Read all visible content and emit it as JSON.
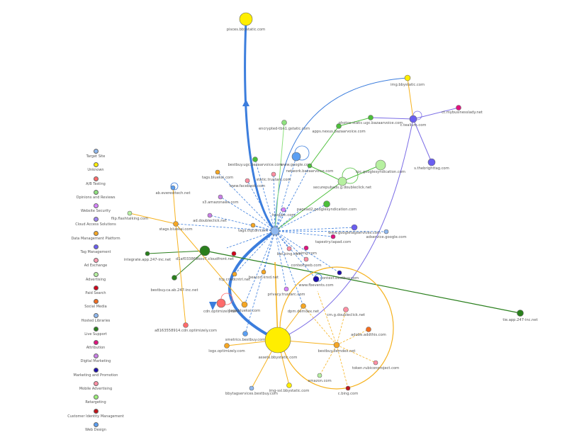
{
  "colors": {
    "blue_main": "#3b7ddd",
    "blue_light": "#8fb8ef",
    "yellow": "#f6b21f",
    "green": "#4cbf3a",
    "purple": "#7c6ee6",
    "dark_green": "#2a7f1d"
  },
  "legend": [
    {
      "label": "Target Site",
      "color": "#8fb8ef"
    },
    {
      "label": "Unknown",
      "color": "#ffee00"
    },
    {
      "label": "A/B Testing",
      "color": "#ff6b6b"
    },
    {
      "label": "Opinions and Reviews",
      "color": "#8ee17e"
    },
    {
      "label": "Website Security",
      "color": "#d783ff"
    },
    {
      "label": "Cloud Access Solutions",
      "color": "#9e84f3"
    },
    {
      "label": "Data Management Platform",
      "color": "#f5a623"
    },
    {
      "label": "Tag Management",
      "color": "#6a5ef0"
    },
    {
      "label": "Ad Exchange",
      "color": "#ff9ab0"
    },
    {
      "label": "Advertising",
      "color": "#b6f0a0"
    },
    {
      "label": "Paid Search",
      "color": "#d0021b"
    },
    {
      "label": "Social Media",
      "color": "#f26c1f"
    },
    {
      "label": "Hosted Libraries",
      "color": "#8fb8ef"
    },
    {
      "label": "Live Support",
      "color": "#2a7f1d"
    },
    {
      "label": "Attribution",
      "color": "#e0127f"
    },
    {
      "label": "Digital Marketing",
      "color": "#c97fe6"
    },
    {
      "label": "Marketing and Promotion",
      "color": "#1a0dab"
    },
    {
      "label": "Mobile Advertising",
      "color": "#ff8fa3"
    },
    {
      "label": "Retargeting",
      "color": "#9cf07a"
    },
    {
      "label": "Customer Identity Management",
      "color": "#c0141a"
    },
    {
      "label": "Web Design",
      "color": "#5b9ff2"
    }
  ],
  "nodes": [
    {
      "id": "hub",
      "label": "",
      "color": "#8fb8ef"
    },
    {
      "id": "sunflower",
      "label": "assets.bbystatic.com",
      "color": "#ffee00"
    },
    {
      "id": "pisces",
      "label": "pisces.bbystatic.com",
      "color": "#ffee00"
    },
    {
      "id": "img",
      "label": "img.bbystatic.com",
      "color": "#ffee00"
    },
    {
      "id": "tealium",
      "label": "c.tealium.com",
      "color": "#6a5ef0"
    },
    {
      "id": "tvlady",
      "label": "ct.mybusinesslady.net",
      "color": "#e0127f"
    },
    {
      "id": "thebright",
      "label": "s.thebrighttag.com",
      "color": "#6a5ef0"
    },
    {
      "id": "bazaar",
      "label": "apps.nexus.bazaarvoice.com",
      "color": "#4cbf3a"
    },
    {
      "id": "bazaar2",
      "label": "photos-static.ugc.bazaarvoice.com",
      "color": "#4cbf3a"
    },
    {
      "id": "encrypted",
      "label": "encrypted-tbn1.gstatic.com",
      "color": "#8ee17e"
    },
    {
      "id": "google",
      "label": "www.google.com",
      "color": "#5b9ff2"
    },
    {
      "id": "netbaz",
      "label": "network.bazaarvoice.com",
      "color": "#4cbf3a"
    },
    {
      "id": "bestbuyugc",
      "label": "bestbuy.ugc.bazaarvoice.com",
      "color": "#4cbf3a"
    },
    {
      "id": "googlesynd",
      "label": "tpc.googlesyndication.com",
      "color": "#b6f0a0"
    },
    {
      "id": "secdc",
      "label": "securepubads.g.doubleclick.net",
      "color": "#b6f0a0"
    },
    {
      "id": "pagead2",
      "label": "pagead2.googlesyndication.com",
      "color": "#4cbf3a"
    },
    {
      "id": "googleservices",
      "label": "www.googletagservices.com",
      "color": "#6a5ef0"
    },
    {
      "id": "adservice",
      "label": "adservice.google.com",
      "color": "#8fb8ef"
    },
    {
      "id": "tapestry",
      "label": "tapestry.tapad.com",
      "color": "#e0127f"
    },
    {
      "id": "contextweb",
      "label": "contextweb.com",
      "color": "#ff8fa3"
    },
    {
      "id": "tag_bluekai",
      "label": "tags.bluekai.com",
      "color": "#f5a623"
    },
    {
      "id": "static_trust",
      "label": "static.trustarc.com",
      "color": "#ff8fa3"
    },
    {
      "id": "facebook",
      "label": "www.facebook.com",
      "color": "#ff8fa3"
    },
    {
      "id": "s3",
      "label": "s3.amazonaws.com",
      "color": "#c97fe6"
    },
    {
      "id": "everesttech",
      "label": "ab.everesttech.net",
      "color": "#5b9ff2"
    },
    {
      "id": "doubleclick",
      "label": "ad.doubleclick.net",
      "color": "#c97fe6"
    },
    {
      "id": "flashtalking",
      "label": "flip.flashtalking.com",
      "color": "#b6f0a0"
    },
    {
      "id": "stags",
      "label": "stags.bluekai.com",
      "color": "#f5a623"
    },
    {
      "id": "cloudfront",
      "label": "d1af033869koo7.cloudfront.net",
      "color": "#2a7f1d"
    },
    {
      "id": "integrate",
      "label": "integrate.app.247-inc.net",
      "color": "#2a7f1d"
    },
    {
      "id": "tie",
      "label": "tie.app.247-inc.net",
      "color": "#2a7f1d"
    },
    {
      "id": "liveperson",
      "label": "bestbuy.ca.ab.247-inc.net",
      "color": "#2a7f1d"
    },
    {
      "id": "fcp",
      "label": "fcp.crwdcntrl.net",
      "color": "#f5a623"
    },
    {
      "id": "beacon",
      "label": "beacon.krxd.net",
      "color": "#f5a623"
    },
    {
      "id": "privacy",
      "label": "privacy.trustarc.com",
      "color": "#d783ff"
    },
    {
      "id": "tiqcdn",
      "label": "tags.tiqcdn.com",
      "color": "#f5a623"
    },
    {
      "id": "s_yimg",
      "label": "s.yimg.com",
      "color": "#e0127f"
    },
    {
      "id": "bat_bing",
      "label": "bat.bing.com",
      "color": "#ff8fa3"
    },
    {
      "id": "trustarc2",
      "label": "trustarc.com",
      "color": "#d783ff"
    },
    {
      "id": "fbevents",
      "label": "www.fbevents.com",
      "color": "#1a0dab"
    },
    {
      "id": "contexttr",
      "label": "context.bestbuy.com",
      "color": "#1a0dab"
    },
    {
      "id": "dpm",
      "label": "dpm.demdex.net",
      "color": "#f5a623"
    },
    {
      "id": "cmg",
      "label": "cm.g.doubleclick.net",
      "color": "#ff8fa3"
    },
    {
      "id": "adobe_analytic",
      "label": "adobe.addthis.com",
      "color": "#f26c1f"
    },
    {
      "id": "bestbuydemdex",
      "label": "bestbuy.demdex.net",
      "color": "#f5a623"
    },
    {
      "id": "tokenrubicon",
      "label": "token.rubiconproject.com",
      "color": "#ff8fa3"
    },
    {
      "id": "amazon",
      "label": "amazon.com",
      "color": "#b6f0a0"
    },
    {
      "id": "cbing",
      "label": "c.bing.com",
      "color": "#c0141a"
    },
    {
      "id": "bbytagservice",
      "label": "bbytagservices.bestbuy.com",
      "color": "#8fb8ef"
    },
    {
      "id": "imgssl",
      "label": "img-ssl.bbystatic.com",
      "color": "#ffee00"
    },
    {
      "id": "smetrics",
      "label": "smetrics.bestbuy.com",
      "color": "#5b9ff2"
    },
    {
      "id": "logoptimizely",
      "label": "logx.optimizely.com",
      "color": "#f5a623"
    },
    {
      "id": "cdnoptimizely",
      "label": "a8163558914.cdn.optimizely.com",
      "color": "#ff6b6b"
    },
    {
      "id": "optimizely",
      "label": "cdn.optimizely.com",
      "color": "#ff6b6b"
    },
    {
      "id": "tags_bluekai2",
      "label": "tags.bluekai.com",
      "color": "#f5a623"
    },
    {
      "id": "redpin",
      "label": "",
      "color": "#d0021b"
    }
  ]
}
